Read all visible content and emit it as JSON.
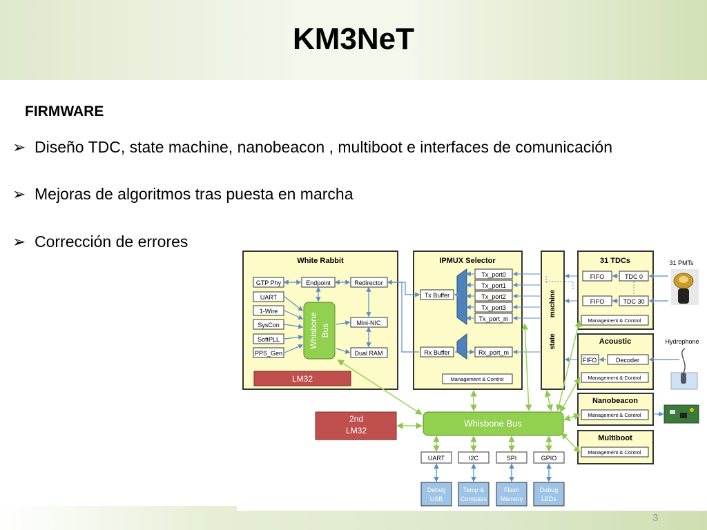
{
  "title": "KM3NeT",
  "subtitle": "FIRMWARE",
  "page_number": "3",
  "bullets": [
    "Diseño TDC, state machine, nanobeacon , multiboot e interfaces de comunicación",
    "Mejoras de algoritmos tras puesta en marcha",
    "Corrección de errores"
  ],
  "diagram": {
    "white_rabbit": {
      "title": "White Rabbit",
      "gtp_phy": "GTP Phy",
      "uart": "UART",
      "one_wire": "1-Wire",
      "syscon": "SysCon",
      "softpll": "SoftPLL",
      "pps_gen": "PPS_Gen",
      "endpoint": "Endpoint",
      "redirector": "Redirector",
      "mini_nic": "Mini-NIC",
      "dual_ram": "Dual RAM",
      "bus_line1": "Whisbone",
      "bus_line2": "Bus",
      "lm32": "LM32"
    },
    "ipmux": {
      "title": "IPMUX Selector",
      "tx_buffer": "Tx Buffer",
      "rx_buffer": "Rx Buffer",
      "tx_ports": [
        "Tx_port0",
        "Tx_port1",
        "Tx_port2",
        "Tx_port3",
        "Tx_port_m"
      ],
      "rx_port": "Rx_port_m",
      "mgmt": "Management & Control"
    },
    "state_machine_line1": "state",
    "state_machine_line2": "machine",
    "tdcs": {
      "title": "31 TDCs",
      "fifo1": "FIFO",
      "tdc0": "TDC 0",
      "fifo2": "FIFO",
      "tdc30": "TDC 30",
      "mgmt": "Management & Control"
    },
    "acoustic": {
      "title": "Acoustic",
      "fifo": "FIFO",
      "decoder": "Decoder",
      "mgmt": "Management & Control"
    },
    "nanobeacon": {
      "title": "Nanobeacon",
      "mgmt": "Management & Control"
    },
    "multiboot": {
      "title": "Multiboot",
      "mgmt": "Management & Control"
    },
    "lm32_2nd_line1": "2nd",
    "lm32_2nd_line2": "LM32",
    "whisbone_bus": "Whisbone Bus",
    "interfaces": [
      "UART",
      "I2C",
      "SPI",
      "GPIO"
    ],
    "peripherals": [
      [
        "Debug",
        "USB"
      ],
      [
        "Temp &",
        "Compass"
      ],
      [
        "Flash",
        "Memory"
      ],
      [
        "Debug",
        "LEDs"
      ]
    ],
    "pmts_label": "31 PMTs",
    "hydrophone_label": "Hydrophone",
    "colors": {
      "yellow_block": "#fdfbc8",
      "green_bus": "#92d050",
      "red_block": "#c0504d",
      "blue_box": "#9dc3e6",
      "arrow_blue": "#5b8cc8",
      "arrow_green": "#9ad65c"
    }
  }
}
